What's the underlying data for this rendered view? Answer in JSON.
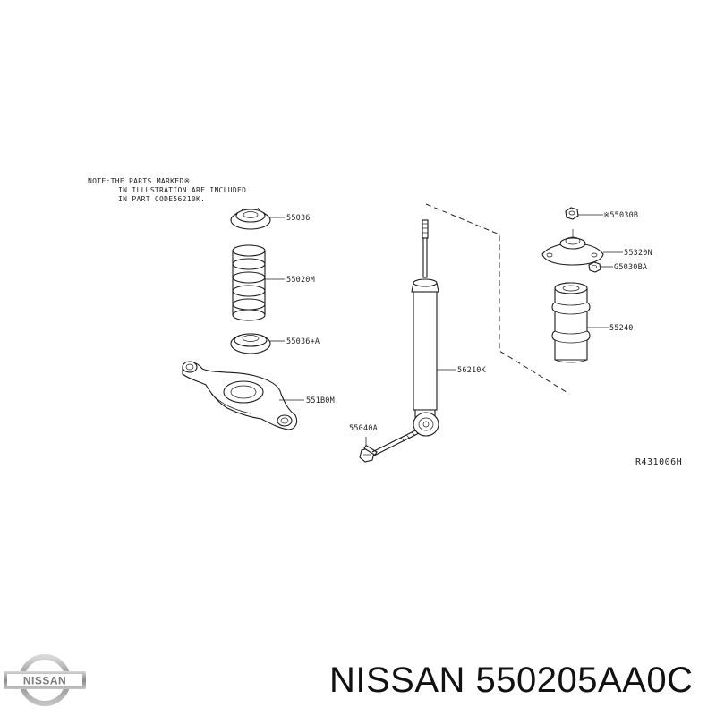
{
  "note": {
    "line1": "NOTE:THE PARTS MARKED※",
    "line2": "IN ILLUSTRATION ARE INCLUDED",
    "line3": "IN PART CODE56210K."
  },
  "parts": [
    {
      "id": "p55036",
      "label": "55036"
    },
    {
      "id": "p55020M",
      "label": "55020M"
    },
    {
      "id": "p55036A",
      "label": "55036+A"
    },
    {
      "id": "p551B0M",
      "label": "551B0M"
    },
    {
      "id": "p55040A",
      "label": "55040A"
    },
    {
      "id": "p56210K",
      "label": "56210K"
    },
    {
      "id": "p55030B",
      "label": "※55030B"
    },
    {
      "id": "p55320N",
      "label": "55320N"
    },
    {
      "id": "p55030BA",
      "label": "G5030BA"
    },
    {
      "id": "p55240",
      "label": "55240"
    }
  ],
  "diagram_ref": "R431006H",
  "brand": {
    "logo_text": "NISSAN",
    "caption": "NISSAN 550205AA0C"
  },
  "colors": {
    "ink": "#1a1a1a",
    "background": "#ffffff",
    "logo_silver": "#9a9a9a"
  }
}
